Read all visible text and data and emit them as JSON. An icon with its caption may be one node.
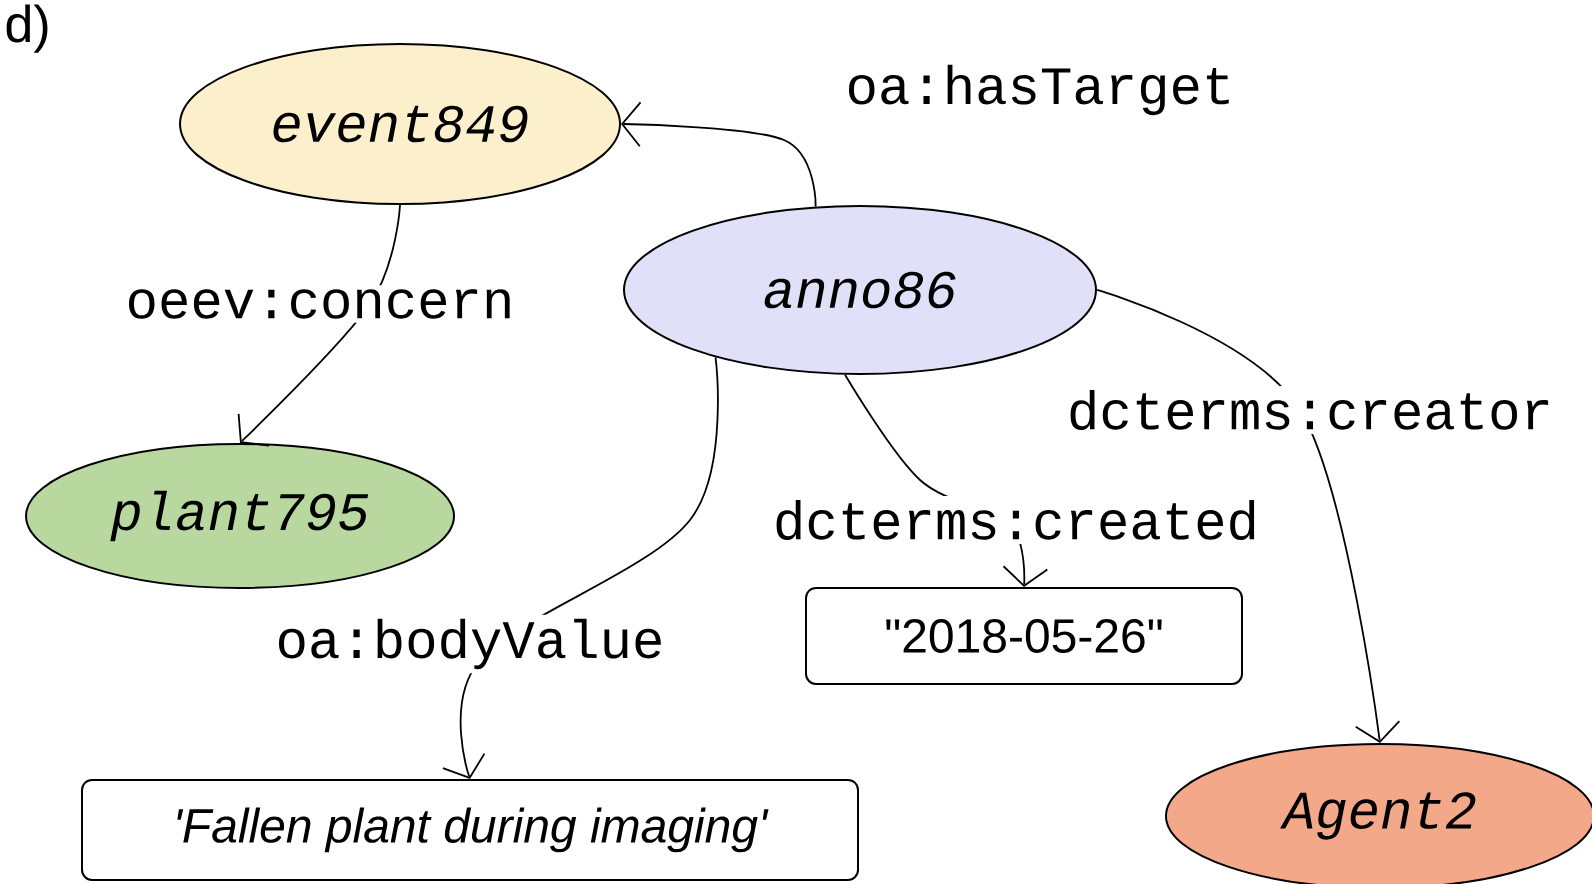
{
  "diagram": {
    "nodes": [
      {
        "text": [
          "event849"
        ]
      },
      {
        "text": [
          "anno86"
        ]
      },
      {
        "text": [
          "plant795"
        ]
      },
      {
        "text": [
          "\"2018-05-26\""
        ]
      },
      {
        "text": [
          "'Fallen plant during imaging'"
        ]
      },
      {
        "text": [
          "Agent2"
        ]
      }
    ],
    "edges": [
      {
        "from": 1,
        "to": 0,
        "arrow": "to",
        "label": "oa:hasTarget"
      },
      {
        "from": 0,
        "to": 2,
        "arrow": "to",
        "label": "oeev:concern"
      },
      {
        "from": 1,
        "to": 4,
        "arrow": "to",
        "label": "oa:bodyValue"
      },
      {
        "from": 1,
        "to": 3,
        "arrow": "to",
        "label": "dcterms:created"
      },
      {
        "from": 1,
        "to": 5,
        "arrow": "to",
        "label": "dcterms:creator"
      }
    ],
    "labels": [
      "d)"
    ]
  }
}
